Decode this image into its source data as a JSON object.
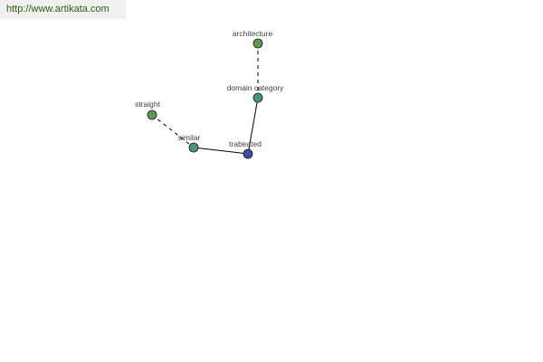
{
  "watermark": {
    "text": "http://www.artikata.com",
    "color": "#2d5e0e"
  },
  "graph": {
    "label_color": "#404040",
    "edge_color": "#000000",
    "nodes": [
      {
        "id": "architecture",
        "label": "architecture",
        "color": "#5a9a4c"
      },
      {
        "id": "domain-category",
        "label": "domain category",
        "color": "#4e8f8a"
      },
      {
        "id": "straight",
        "label": "straight",
        "color": "#5a9a4c"
      },
      {
        "id": "similar",
        "label": "similar",
        "color": "#4e8f8a"
      },
      {
        "id": "trabeated",
        "label": "trabeated",
        "color": "#3f4f9f"
      }
    ],
    "edges": [
      {
        "from": "architecture",
        "to": "domain-category",
        "style": "dashed"
      },
      {
        "from": "domain-category",
        "to": "trabeated",
        "style": "solid"
      },
      {
        "from": "similar",
        "to": "trabeated",
        "style": "solid"
      },
      {
        "from": "straight",
        "to": "similar",
        "style": "dashed"
      }
    ]
  }
}
